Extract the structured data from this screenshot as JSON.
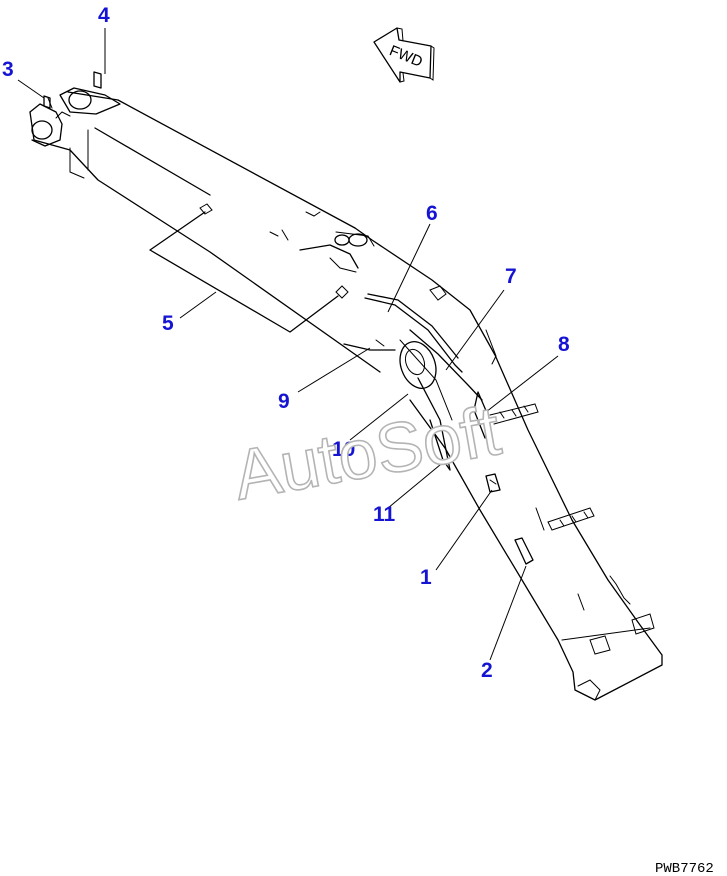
{
  "callouts": [
    {
      "id": "1",
      "label": "1"
    },
    {
      "id": "2",
      "label": "2"
    },
    {
      "id": "3",
      "label": "3"
    },
    {
      "id": "4",
      "label": "4"
    },
    {
      "id": "5",
      "label": "5"
    },
    {
      "id": "6",
      "label": "6"
    },
    {
      "id": "7",
      "label": "7"
    },
    {
      "id": "8",
      "label": "8"
    },
    {
      "id": "9",
      "label": "9"
    },
    {
      "id": "10",
      "label": "10"
    },
    {
      "id": "11",
      "label": "11"
    }
  ],
  "direction_marker": {
    "text": "FWD",
    "icon": "arrow-left-icon"
  },
  "watermark": "AutoSoft",
  "drawing_number": "PWB7762",
  "colors": {
    "callout": "#1414d2",
    "line": "#000000",
    "watermark_outline": "#b4b4b4"
  }
}
